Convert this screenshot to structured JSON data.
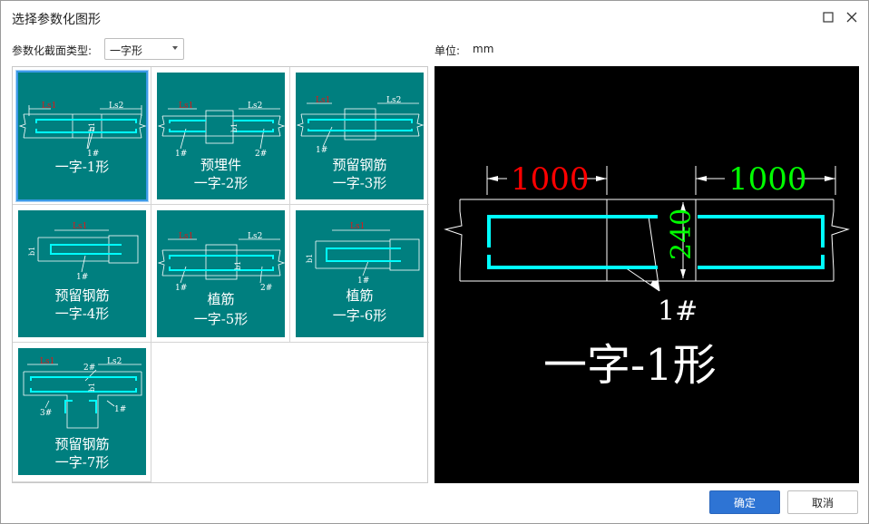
{
  "dialog": {
    "title": "选择参数化图形",
    "section_type_label": "参数化截面类型:",
    "section_type_value": "一字形",
    "unit_label": "单位:",
    "unit_value": "mm",
    "ok_label": "确定",
    "cancel_label": "取消"
  },
  "shapes": [
    {
      "lines": [
        "一字-1形"
      ]
    },
    {
      "lines": [
        "预埋件",
        "一字-2形"
      ]
    },
    {
      "lines": [
        "预留钢筋",
        "一字-3形"
      ]
    },
    {
      "lines": [
        "预留钢筋",
        "一字-4形"
      ]
    },
    {
      "lines": [
        "植筋",
        "一字-5形"
      ]
    },
    {
      "lines": [
        "植筋",
        "一字-6形"
      ]
    },
    {
      "lines": [
        "预留钢筋",
        "一字-7形"
      ]
    }
  ],
  "thumb_labels": {
    "ls1": "Ls1",
    "ls2": "Ls2",
    "b1": "b1",
    "r1": "1#",
    "r2": "2#",
    "r3": "3#"
  },
  "preview": {
    "left_dim": "1000",
    "right_dim": "1000",
    "thickness": "240",
    "rebar_label": "1#",
    "shape_name": "一字-1形",
    "left_dim_color": "#ff0000",
    "right_dim_color": "#00ff00",
    "thickness_color": "#00ff00",
    "rebar_color": "#00ffff"
  },
  "icons": {
    "maximize": "square-icon",
    "close": "close-icon",
    "dropdown": "chevron-down-icon"
  }
}
